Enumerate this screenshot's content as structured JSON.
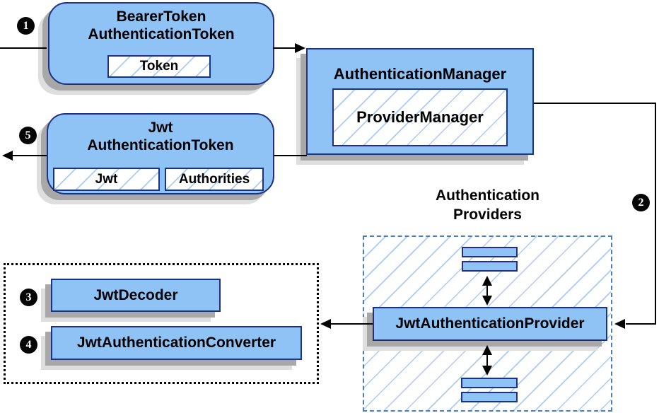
{
  "colors": {
    "node_fill": "#8fc2f5",
    "node_border": "#1f3183",
    "hatch_line": "#a9cdf0",
    "providers_border": "#4a7cc0",
    "shadow_dark": "#a8a8a8",
    "shadow_light": "#dedede",
    "arrow": "#000000"
  },
  "badges": {
    "step1": "1",
    "step2": "2",
    "step3": "3",
    "step4": "4",
    "step5": "5"
  },
  "nodes": {
    "bearer": {
      "title1": "BearerToken",
      "title2": "AuthenticationToken",
      "token_field": "Token"
    },
    "manager": {
      "title": "AuthenticationManager",
      "provider_field": "ProviderManager"
    },
    "jwt": {
      "title1": "Jwt",
      "title2": "AuthenticationToken",
      "jwt_field": "Jwt",
      "authorities_field": "Authorities"
    },
    "decoder_label": "JwtDecoder",
    "converter_label": "JwtAuthenticationConverter",
    "provider_label": "JwtAuthenticationProvider",
    "group": {
      "title1": "Authentication",
      "title2": "Providers"
    }
  }
}
